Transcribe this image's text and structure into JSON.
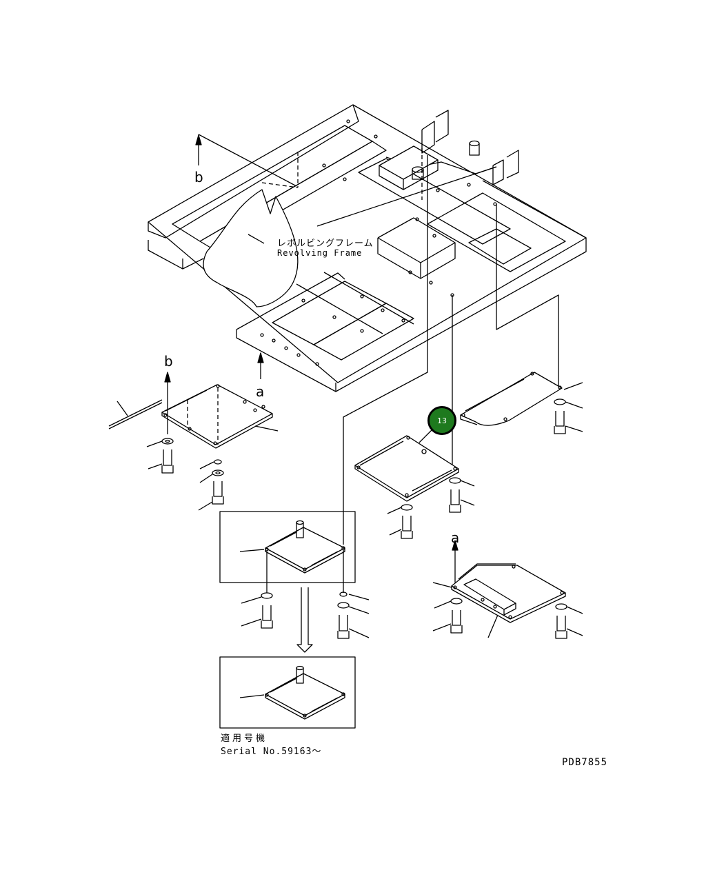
{
  "labels": {
    "frame_jp": "レボルビングフレーム",
    "frame_en": "Revolving Frame",
    "serial_jp": "適用号機",
    "serial_en": "Serial No.59163〜",
    "drawing_id": "PDB7855"
  },
  "view_refs": {
    "b_top": "b",
    "b_left": "b",
    "a_frame": "a",
    "a_left": "a",
    "a_right": "a"
  },
  "callout": {
    "number": "13",
    "fill": "#1e7a1e"
  },
  "colors": {
    "line": "#000000",
    "background": "#ffffff"
  }
}
